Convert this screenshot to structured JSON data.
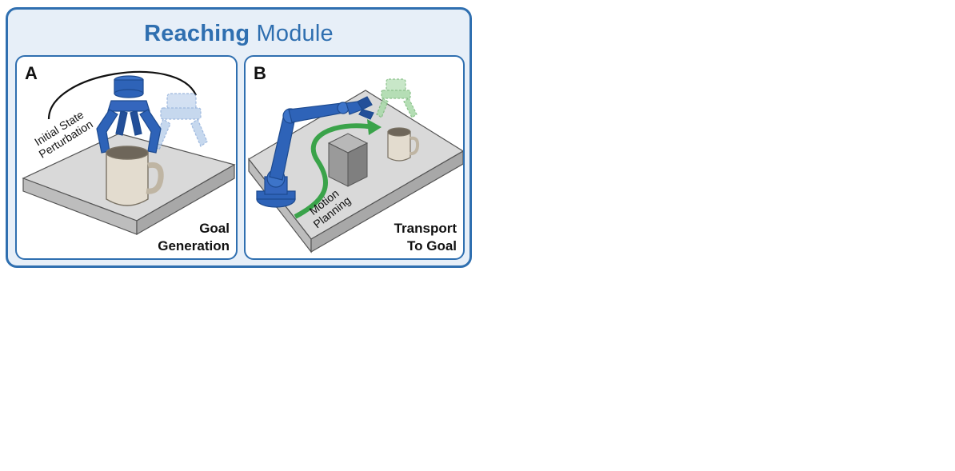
{
  "header": {
    "title_bold": "Reaching",
    "title_rest": "Module"
  },
  "panels": [
    {
      "letter": "A",
      "caption_line1": "Goal",
      "caption_line2": "Generation",
      "annotation_line1": "Initial State",
      "annotation_line2": "Perturbation"
    },
    {
      "letter": "B",
      "caption_line1": "Transport",
      "caption_line2": "To Goal",
      "annotation_line1": "Motion",
      "annotation_line2": "Planning"
    }
  ],
  "colors": {
    "accent": "#2f6fb0",
    "robot": "#2e63b8",
    "ghost_gripper": "#a9c3e6",
    "goal_gripper": "#a8d9a8",
    "path": "#3aa34a",
    "table": "#d9d9d9",
    "mug": "#e3dccf"
  }
}
